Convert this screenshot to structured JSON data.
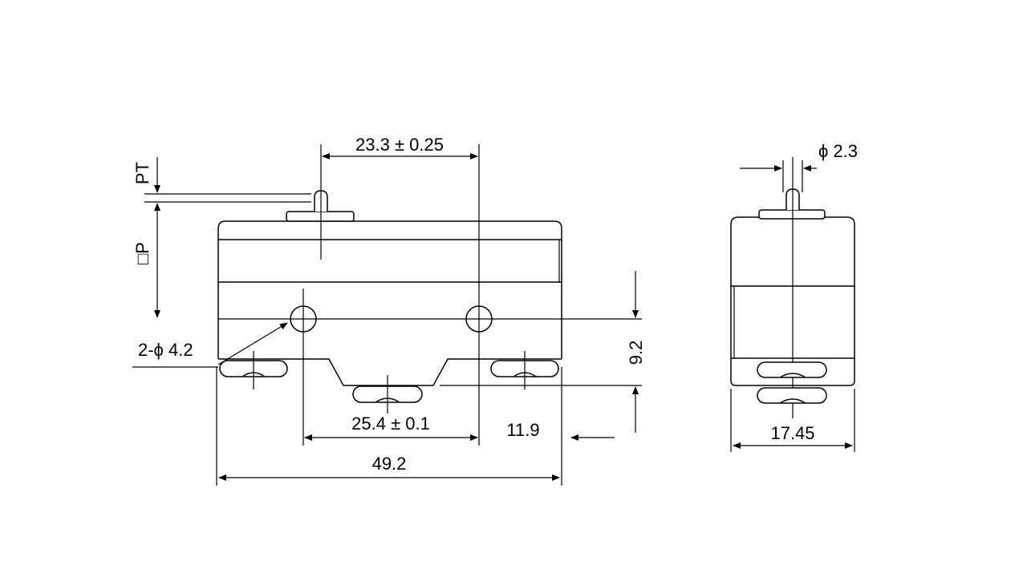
{
  "dimensions": {
    "top_pitch": "23.3 ± 0.25",
    "bottom_pitch": "25.4 ± 0.1",
    "overall_length": "49.2",
    "terminal_offset": "11.9",
    "height_to_terminal": "9.2",
    "mount_holes": "2-ϕ 4.2",
    "plunger_diameter": "ϕ 2.3",
    "width": "17.45",
    "pretravel": "PT",
    "free_position": "□P"
  }
}
